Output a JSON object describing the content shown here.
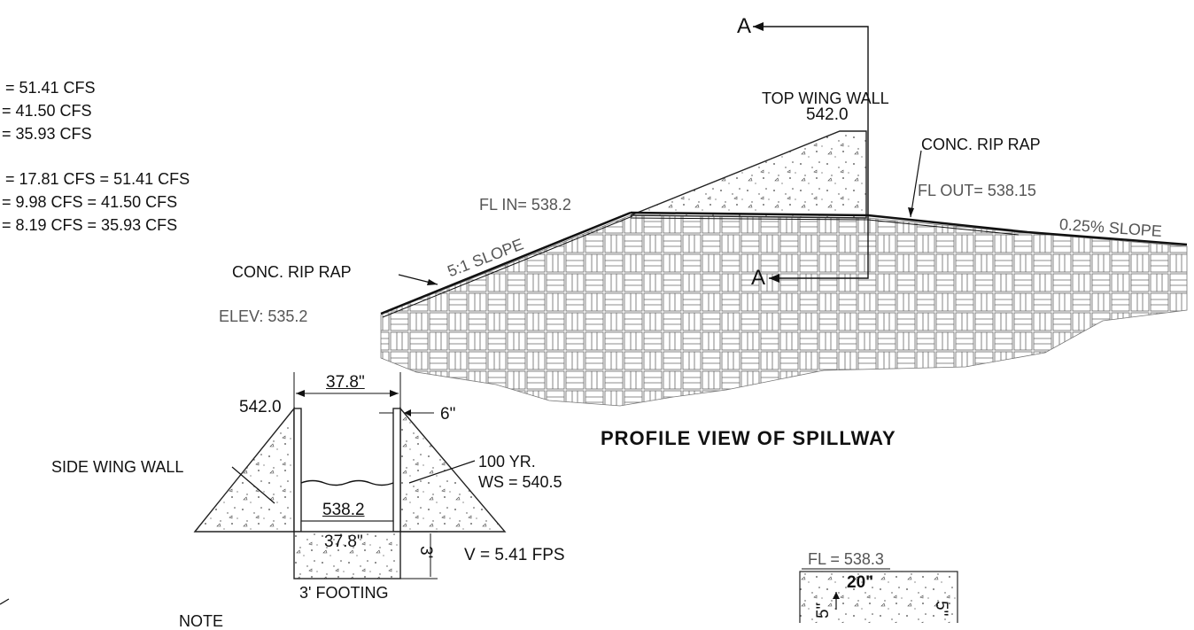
{
  "flow_lines": [
    "= 51.41 CFS",
    "= 41.50 CFS",
    "= 35.93 CFS",
    "= 17.81 CFS = 51.41 CFS",
    "= 9.98 CFS = 41.50 CFS",
    "= 8.19 CFS = 35.93 CFS"
  ],
  "profile": {
    "section_marker_top": "A",
    "section_marker_bottom": "A",
    "top_wing_wall_label": "TOP WING WALL",
    "top_wing_wall_elev": "542.0",
    "conc_rip_rap_right": "CONC. RIP RAP",
    "fl_out": "FL OUT= 538.15",
    "fl_in": "FL IN= 538.2",
    "slope_right": "0.25% SLOPE",
    "slope_left": "5:1 SLOPE",
    "conc_rip_rap_left": "CONC. RIP RAP",
    "elev_left": "ELEV: 535.2",
    "title": "PROFILE VIEW OF SPILLWAY"
  },
  "section": {
    "width_top": "37.8\"",
    "elev_top": "542.0",
    "wall_thickness": "6\"",
    "side_wing_wall": "SIDE WING WALL",
    "ws_line1": "100 YR.",
    "ws_line2": "WS = 540.5",
    "fl_elev": "538.2",
    "width_bottom": "37.8\"",
    "footing_depth": "3'",
    "velocity": "V = 5.41 FPS",
    "footing": "3' FOOTING"
  },
  "detail": {
    "fl": "FL = 538.3",
    "width": "20\"",
    "side_right": "5\"",
    "side_left": "5\""
  },
  "note_partial": "NOTE"
}
